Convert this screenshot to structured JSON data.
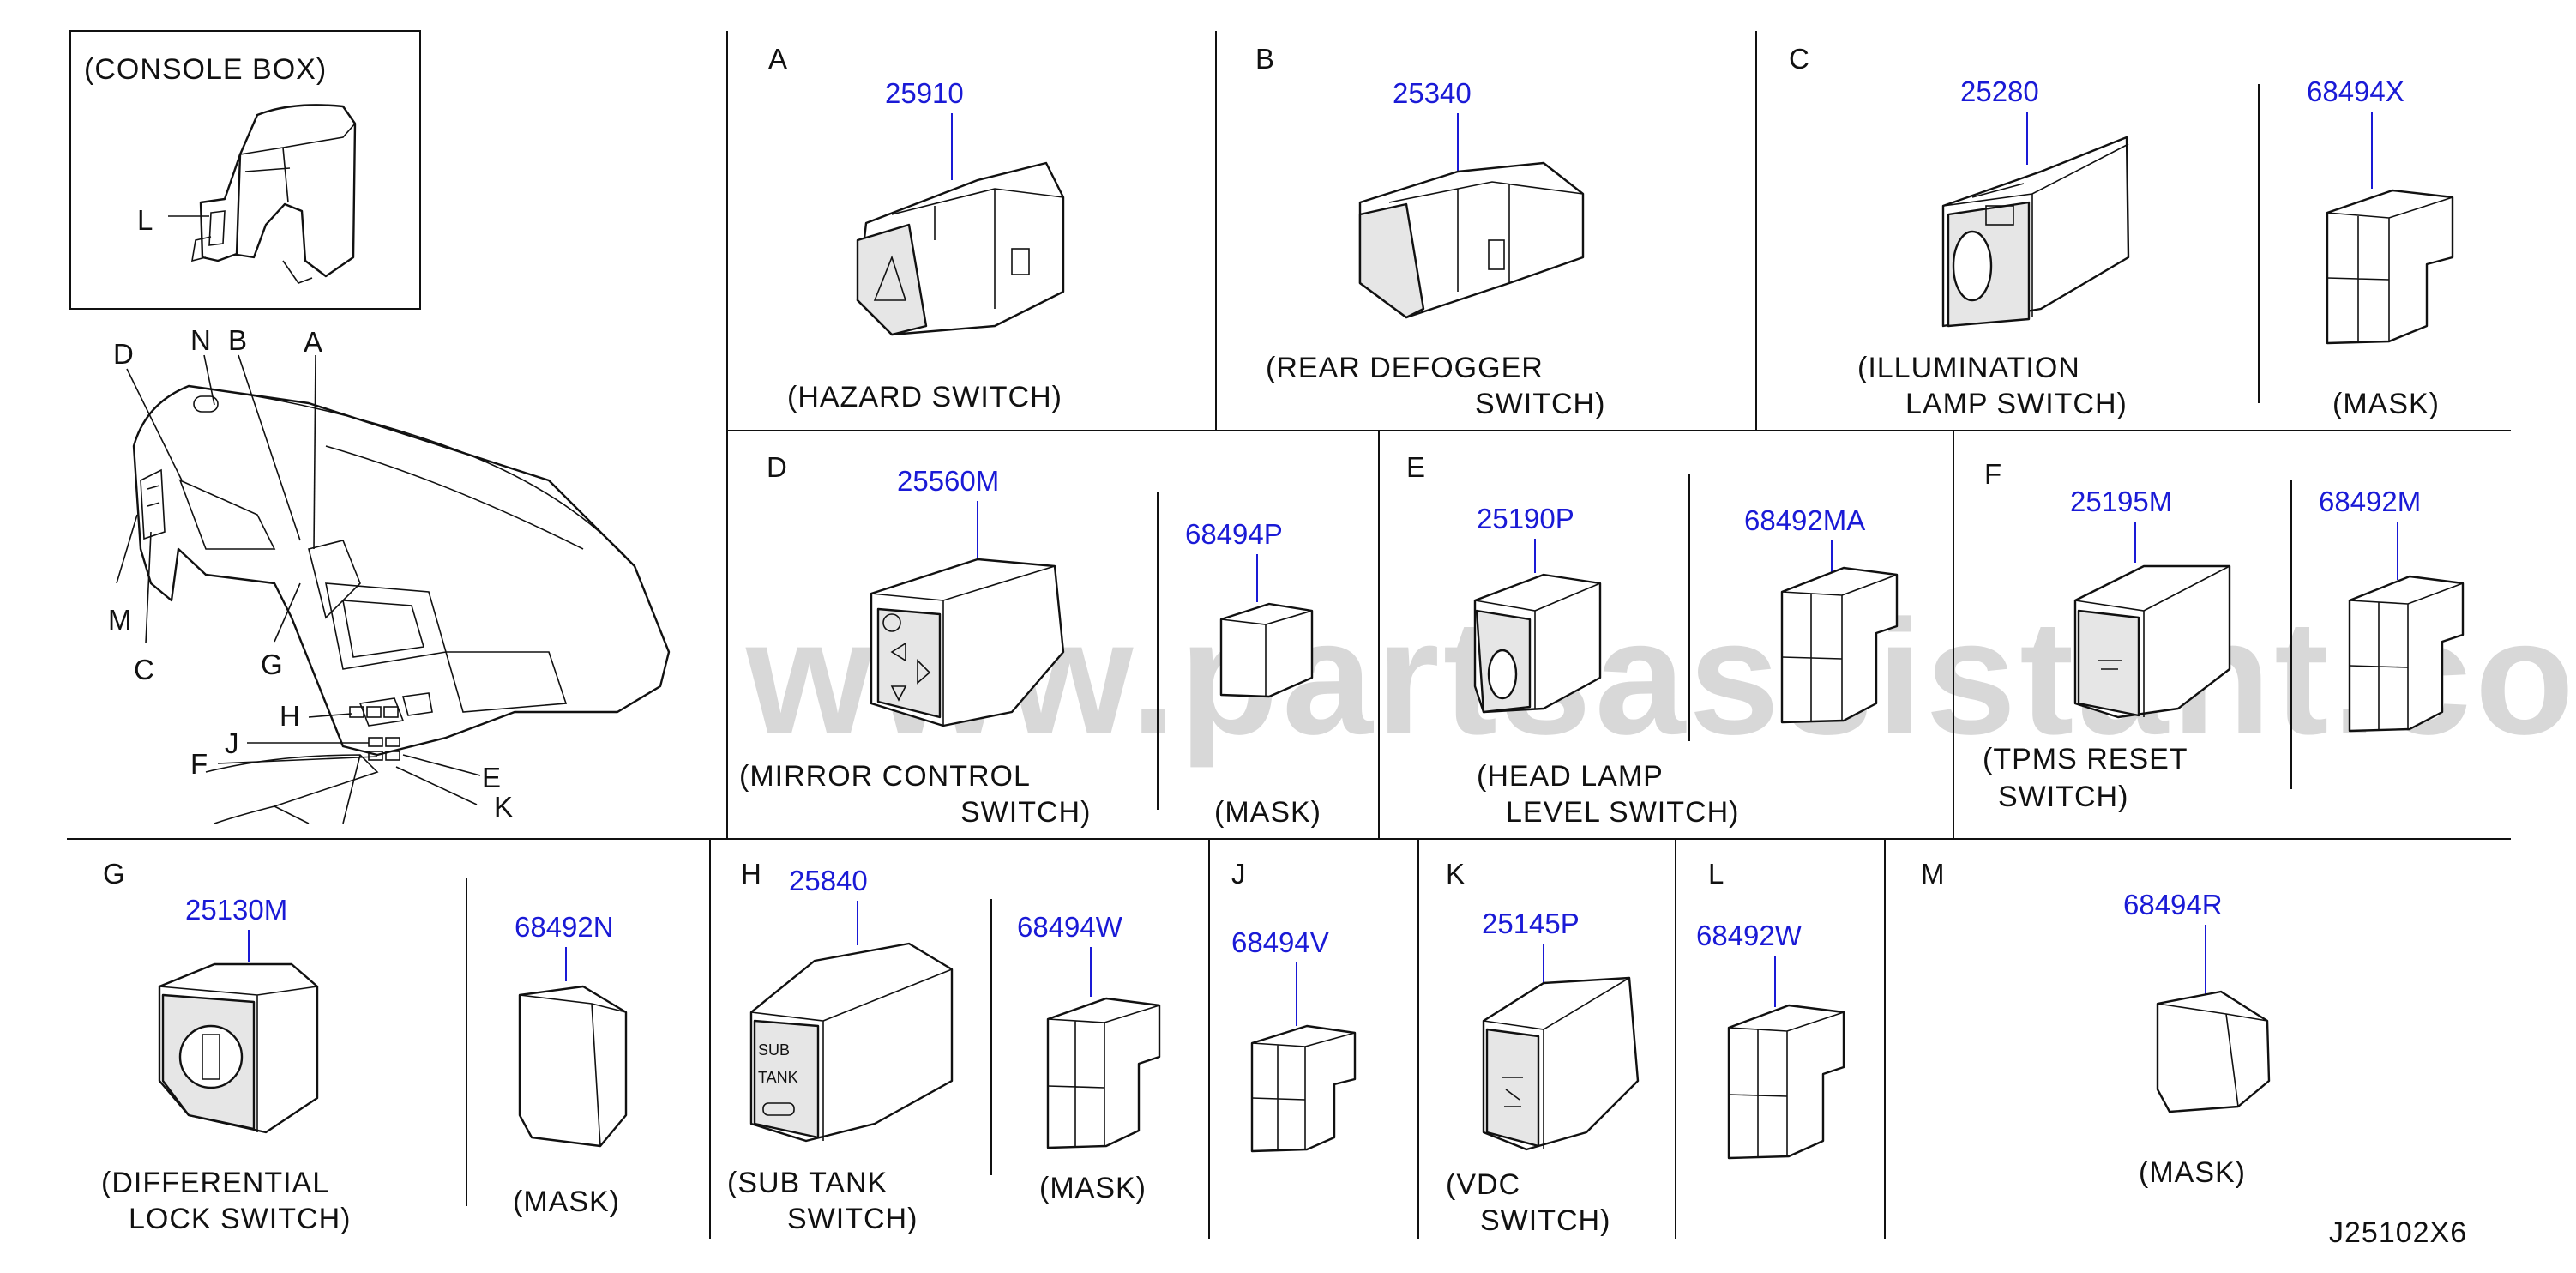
{
  "watermark": "www.partsassistant.com",
  "drawing_code": "J25102X6",
  "overview": {
    "console_box_label": "(CONSOLE  BOX)",
    "callouts": {
      "L": "L",
      "D": "D",
      "N": "N",
      "B": "B",
      "A": "A",
      "M": "M",
      "C": "C",
      "G": "G",
      "H": "H",
      "J": "J",
      "F": "F",
      "E": "E",
      "K": "K"
    }
  },
  "sections": {
    "A": {
      "letter": "A",
      "part": "25910",
      "label": [
        "(HAZARD  SWITCH)"
      ]
    },
    "B": {
      "letter": "B",
      "part": "25340",
      "label": [
        "(REAR  DEFOGGER",
        "SWITCH)"
      ]
    },
    "C": {
      "letter": "C",
      "part": "25280",
      "label": [
        "(ILLUMINATION",
        "LAMP  SWITCH)"
      ],
      "mask_part": "68494X",
      "mask_label": "(MASK)"
    },
    "D": {
      "letter": "D",
      "part": "25560M",
      "label": [
        "(MIRROR  CONTROL",
        "SWITCH)"
      ],
      "mask_part": "68494P",
      "mask_label": "(MASK)"
    },
    "E": {
      "letter": "E",
      "part": "25190P",
      "label": [
        "(HEAD  LAMP",
        "LEVEL  SWITCH)"
      ],
      "mask_part": "68492MA"
    },
    "F": {
      "letter": "F",
      "part": "25195M",
      "label": [
        "(TPMS  RESET",
        "SWITCH)"
      ],
      "mask_part": "68492M"
    },
    "G": {
      "letter": "G",
      "part": "25130M",
      "label": [
        "(DIFFERENTIAL",
        "LOCK  SWITCH)"
      ],
      "mask_part": "68492N",
      "mask_label": "(MASK)"
    },
    "H": {
      "letter": "H",
      "part": "25840",
      "label": [
        "(SUB  TANK",
        "SWITCH)"
      ],
      "mask_part": "68494W",
      "mask_label": "(MASK)",
      "button_text": [
        "SUB",
        "TANK"
      ]
    },
    "J": {
      "letter": "J",
      "part": "68494V"
    },
    "K": {
      "letter": "K",
      "part": "25145P",
      "label": [
        "(VDC",
        "SWITCH)"
      ]
    },
    "L": {
      "letter": "L",
      "part": "68492W"
    },
    "M": {
      "letter": "M",
      "part": "68494R",
      "label": [
        "(MASK)"
      ]
    }
  }
}
